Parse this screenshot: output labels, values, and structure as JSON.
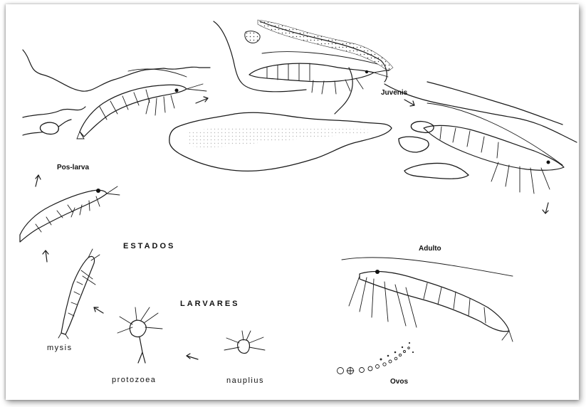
{
  "labels": {
    "juvenis": "Juvenis",
    "pos_larva": "Pos-larva",
    "estados": "ESTADOS",
    "larvares": "LARVARES",
    "adulto": "Adulto",
    "mysis": "mysis",
    "protozoea": "protozoea",
    "nauplius": "nauplius",
    "ovos": "Ovos"
  }
}
